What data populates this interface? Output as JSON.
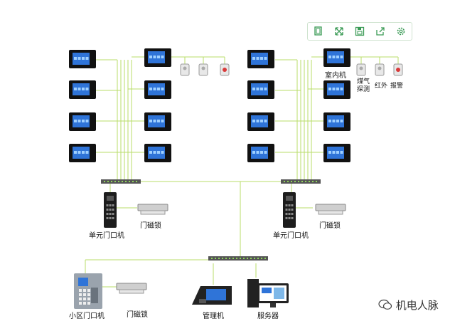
{
  "toolbar": {
    "icons": [
      "copy-icon",
      "expand-icon",
      "save-icon",
      "share-icon",
      "settings-icon"
    ]
  },
  "labels": {
    "indoor_unit": "室内机",
    "smoke_detector": "煤气\n探测",
    "infrared": "红外",
    "alarm": "报警",
    "unit_door_left": "单元门口机",
    "unit_door_right": "单元门口机",
    "maglock_left": "门磁锁",
    "maglock_right": "门磁锁",
    "community_door": "小区门口机",
    "maglock_bottom": "门磁锁",
    "management": "管理机",
    "server": "服务器"
  },
  "watermark": "机电人脉",
  "colors": {
    "wire": "#b9dd6a",
    "accent_green": "#2e9e4a",
    "panel_blue": "#2f74d8"
  }
}
